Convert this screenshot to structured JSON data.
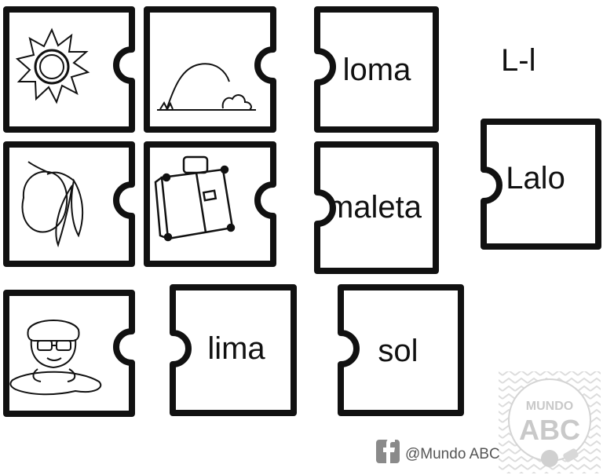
{
  "title": "L-l",
  "pieces": {
    "loma": "loma",
    "maleta": "maleta",
    "lalo": "Lalo",
    "lima": "lima",
    "sol": "sol"
  },
  "pictures": [
    "sun-icon",
    "hill-icon",
    "lemon-icon",
    "suitcase-icon",
    "boy-icon"
  ],
  "footer": {
    "handle": "@Mundo ABC",
    "social_icon": "facebook-icon"
  },
  "logo": {
    "line1": "MUNDO",
    "line2": "ABC"
  },
  "colors": {
    "ink": "#111111",
    "logo_gray": "#c9c9c9",
    "footer_gray": "#777777"
  }
}
